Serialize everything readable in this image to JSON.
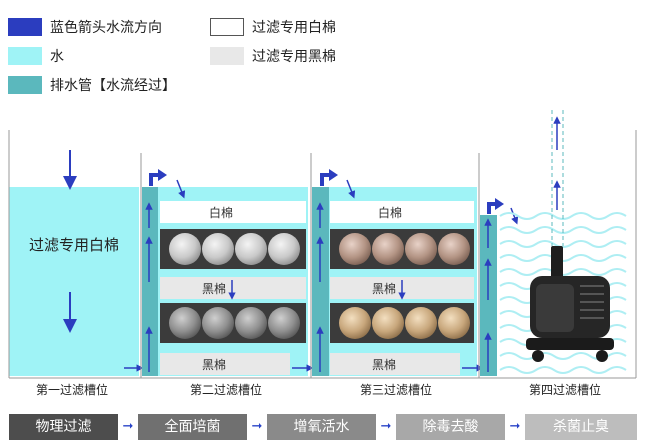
{
  "legend": [
    {
      "label": "蓝色箭头水流方向",
      "color": "#2b3dbf"
    },
    {
      "label": "过滤专用白棉",
      "color": "#ffffff"
    },
    {
      "label": "水",
      "color": "#9ff3f6"
    },
    {
      "label": "过滤专用黑棉",
      "color": "#e8e8e8"
    },
    {
      "label": "排水管【水流经过】",
      "color": "#5bb8bd"
    }
  ],
  "tank": {
    "first_slot_text": "过滤专用白棉",
    "white_cotton_label": "白棉",
    "black_cotton_label": "黑棉",
    "slots": [
      "第一过滤槽位",
      "第二过滤槽位",
      "第三过滤槽位",
      "第四过滤槽位"
    ]
  },
  "stages": [
    {
      "label": "物理过滤",
      "color": "#4d4d4d"
    },
    {
      "label": "全面培菌",
      "color": "#707070"
    },
    {
      "label": "增氧活水",
      "color": "#8a8a8a"
    },
    {
      "label": "除毒去酸",
      "color": "#a8a8a8"
    },
    {
      "label": "杀菌止臭",
      "color": "#bdbdbd"
    }
  ],
  "colors": {
    "arrow": "#2b3dbf",
    "water": "#9ff3f6",
    "pipe": "#5bb8bd",
    "wall": "#9a9a9a",
    "pump": "#1e1e1e"
  }
}
